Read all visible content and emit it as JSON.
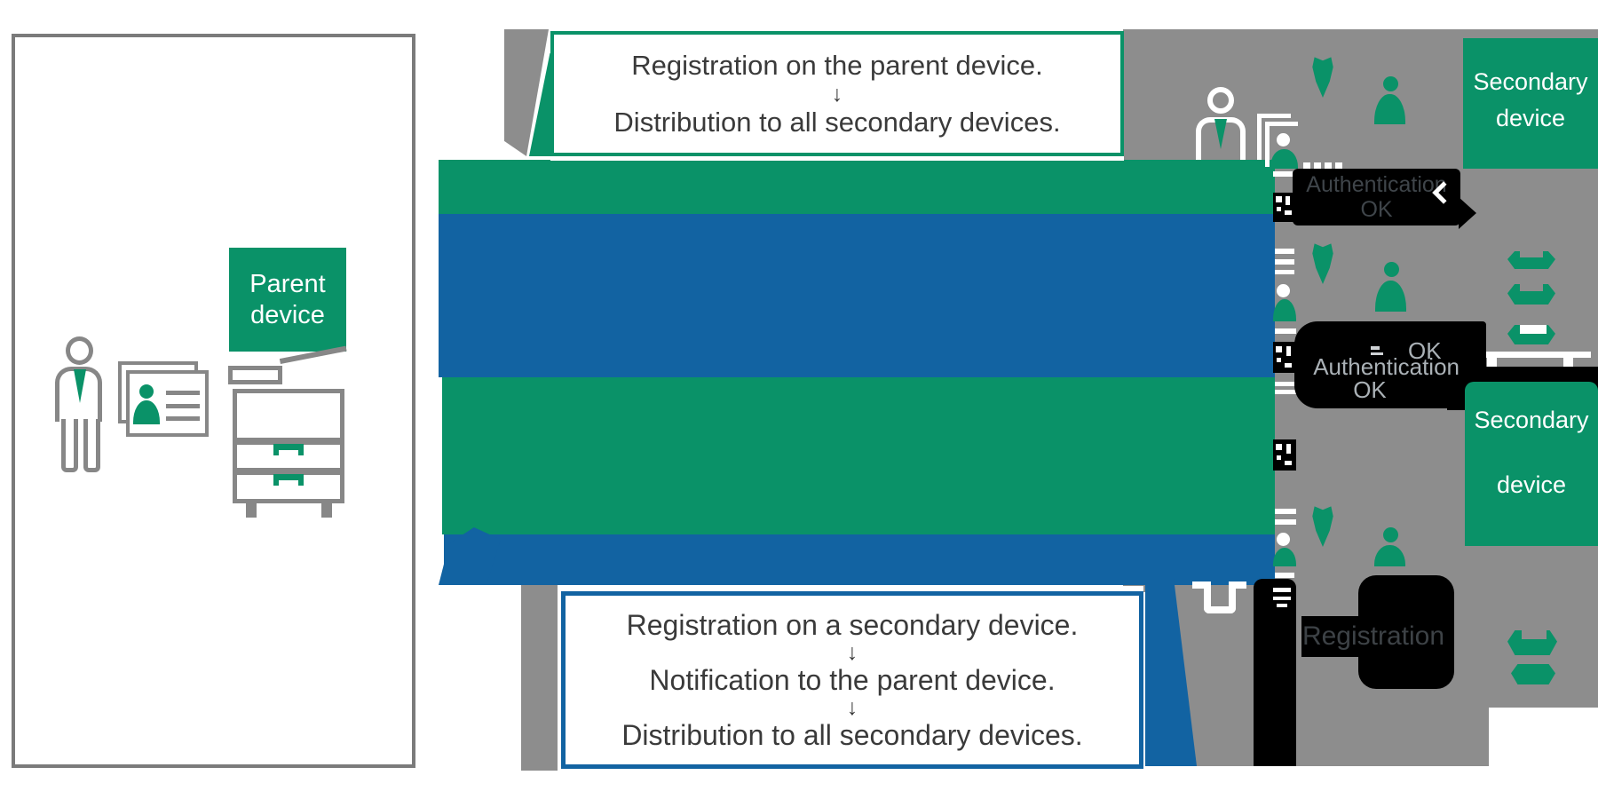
{
  "colors": {
    "green": "#0a9268",
    "blue": "#1263a2",
    "panel_gray": "#8d8d8d",
    "border_gray": "#7b7b7b",
    "icon_gray": "#878787",
    "black": "#000000",
    "text_dark": "#3a3a3a",
    "badge1_text": "#3f454a",
    "badge2_text": "#aab1b6",
    "registration_text": "#3d4246",
    "white": "#ffffff"
  },
  "left_panel": {
    "parent_device_label": {
      "line1": "Parent",
      "line2": "device"
    }
  },
  "flow_top_note": {
    "line1": "Registration on the parent device.",
    "arrow": "↓",
    "line2": "Distribution to all secondary devices."
  },
  "flow_bottom_note": {
    "line1": "Registration on a secondary device.",
    "arrow1": "↓",
    "line2": "Notification to the parent device.",
    "arrow2": "↓",
    "line3": "Distribution to all secondary devices."
  },
  "right_panel": {
    "secondary_device_label_top": {
      "line1": "Secondary",
      "line2": "device"
    },
    "secondary_device_label_bottom": {
      "line1": "Secondary",
      "line2": "device"
    },
    "auth_badge_top": {
      "line1": "Authentication",
      "line2": "OK"
    },
    "auth_badge_middle": {
      "line1": "Authentication",
      "line2": "OK",
      "stray_ok": "OK"
    },
    "registration_badge": {
      "label": "Registration"
    }
  }
}
